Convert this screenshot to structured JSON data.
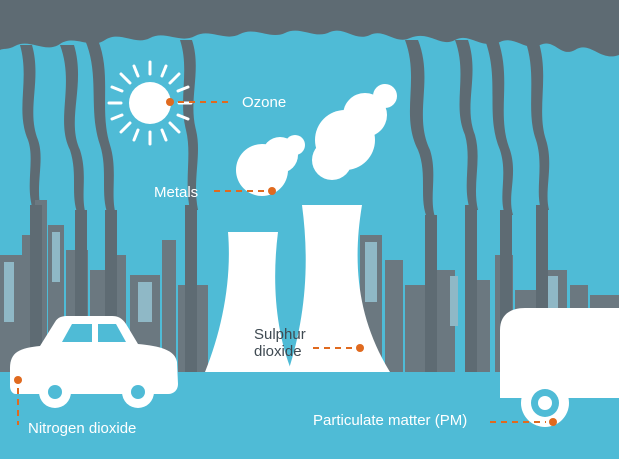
{
  "labels": {
    "ozone": "Ozone",
    "metals": "Metals",
    "sulphur_line1": "Sulphur",
    "sulphur_line2": "dioxide",
    "nitrogen": "Nitrogen dioxide",
    "particulate": "Particulate matter (PM)"
  },
  "colors": {
    "sky": "#4fbbd6",
    "smoke": "#5e6b73",
    "city": "#6b7880",
    "city_light": "#8fb8c6",
    "white": "#ffffff",
    "marker": "#e06a1f",
    "ground": "#4fbbd6"
  },
  "icons": [
    "sun-icon",
    "car-icon",
    "truck-icon",
    "cooling-tower-icon",
    "smokestack-icon",
    "cloud-icon"
  ]
}
